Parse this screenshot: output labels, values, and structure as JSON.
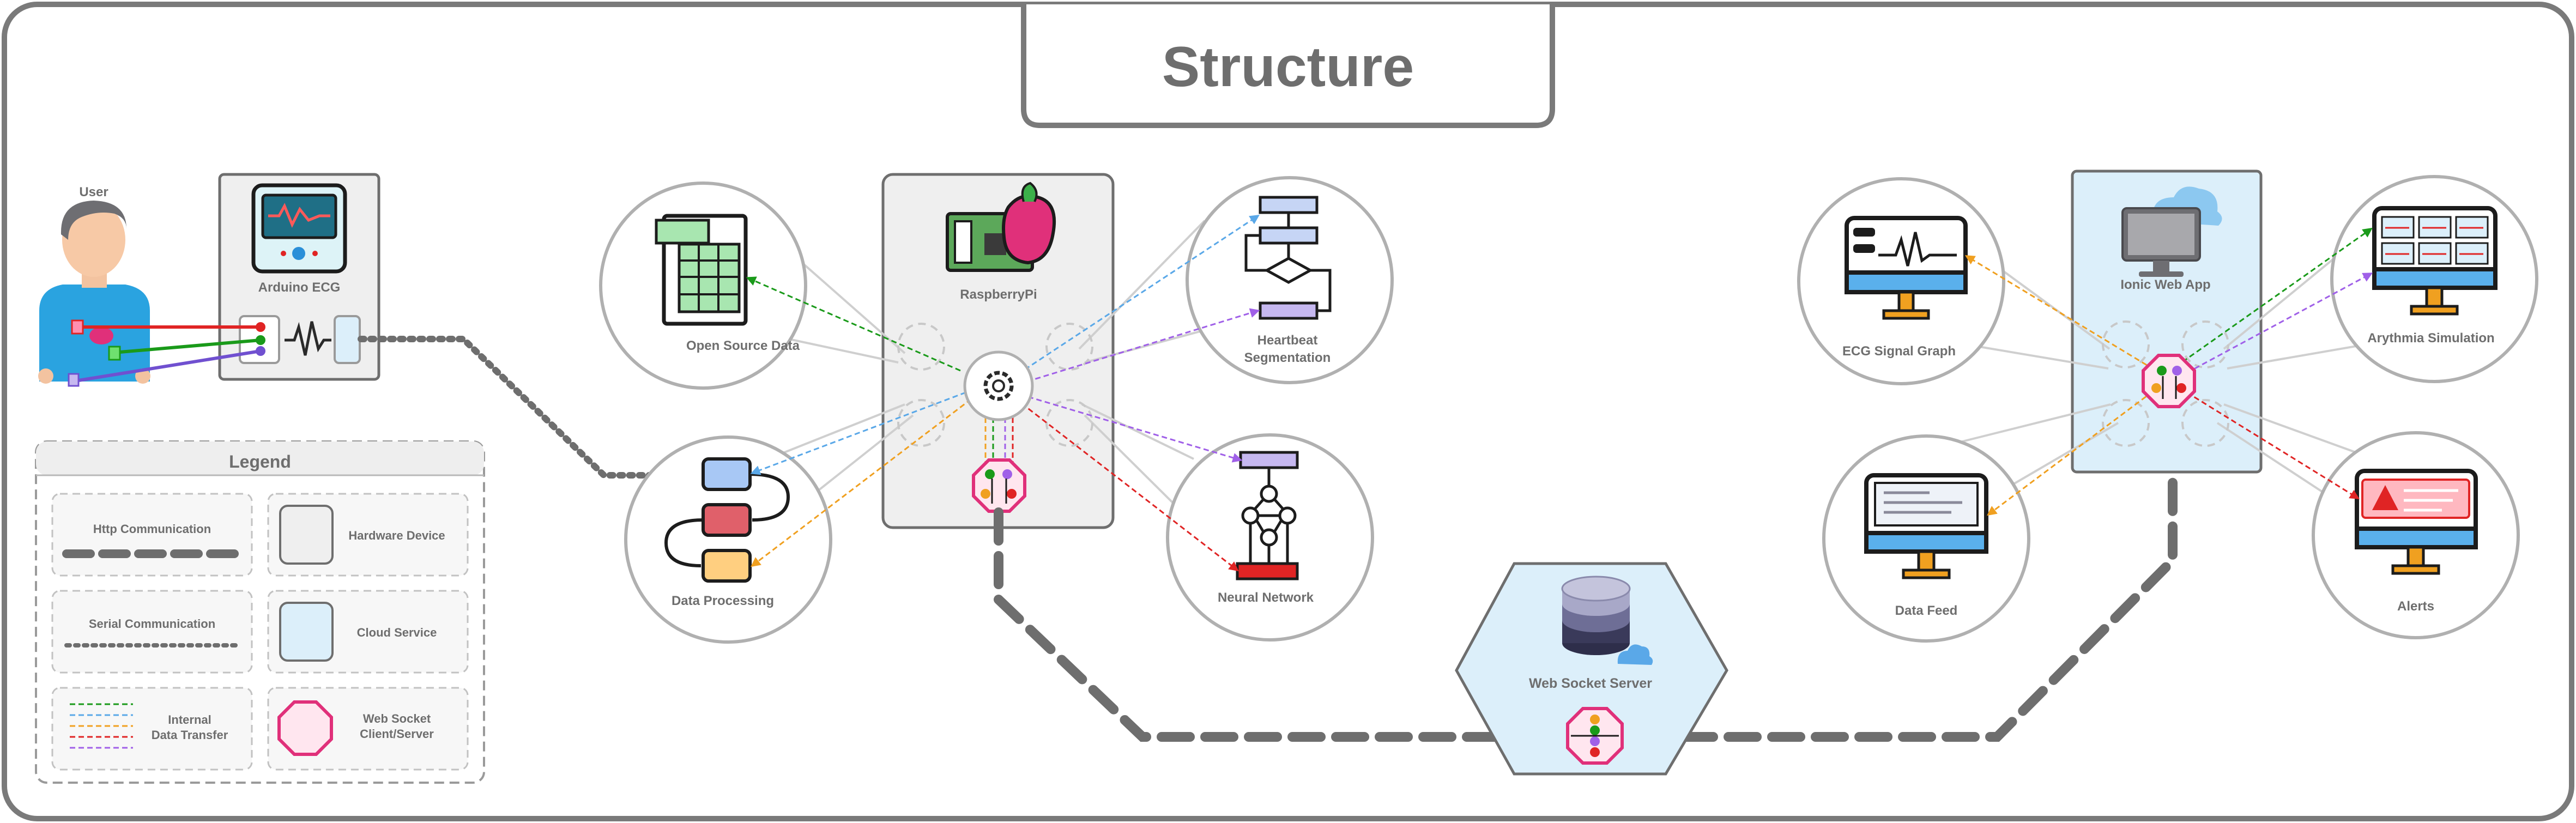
{
  "title": "Structure",
  "nodes": {
    "user": "User",
    "arduino": "Arduino ECG",
    "raspberrypi": "RaspberryPi",
    "open_source_data": "Open Source Data",
    "heartbeat_segmentation": [
      "Heartbeat",
      "Segmentation"
    ],
    "data_processing": "Data Processing",
    "neural_network": "Neural Network",
    "web_socket_server": "Web Socket Server",
    "ionic_web_app": "Ionic Web App",
    "ecg_signal_graph": "ECG Signal Graph",
    "arythmia_simulation": "Arythmia Simulation",
    "data_feed": "Data Feed",
    "alerts": "Alerts"
  },
  "legend": {
    "title": "Legend",
    "http": "Http Communication",
    "serial": "Serial Communication",
    "internal": [
      "Internal",
      "Data Transfer"
    ],
    "hardware": "Hardware Device",
    "cloud": "Cloud Service",
    "websocket": [
      "Web Socket",
      "Client/Server"
    ]
  },
  "colors": {
    "green": "#1a9a1a",
    "blue": "#5aa8e8",
    "orange": "#f0a020",
    "red": "#e02424",
    "purple": "#a060e8",
    "magenta": "#e0307a",
    "cloud_fill": "#dceffa",
    "hardware_fill": "#efefef",
    "connector": "#6e6e6e"
  }
}
